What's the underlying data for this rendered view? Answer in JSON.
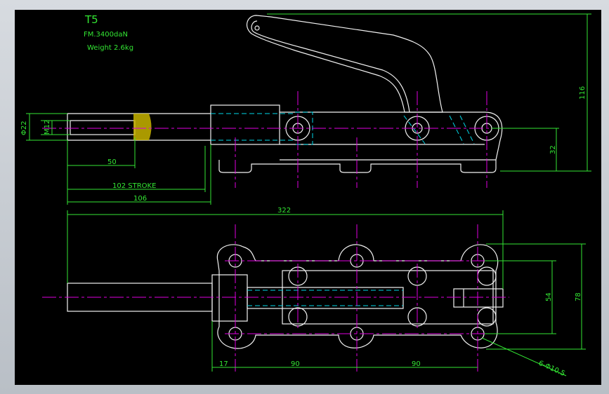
{
  "title_block": {
    "model": "T5",
    "force": "FM.3400daN",
    "weight": "Weight 2.6kg"
  },
  "dimensions": {
    "dia_22": "Φ22",
    "m12": "M12",
    "d50": "50",
    "stroke": "102 STROKE",
    "d106": "106",
    "d116": "116",
    "d32": "32",
    "d322": "322",
    "d78": "78",
    "d54": "54",
    "d17": "17",
    "d90_a": "90",
    "d90_b": "90",
    "holes": "6-Φ10.5"
  },
  "colors": {
    "background": "#000000",
    "outline": "#f2f2f2",
    "dimension": "#33e633",
    "centerline": "#e000e0",
    "hidden": "#00d8e8",
    "section": "#c8b400"
  }
}
